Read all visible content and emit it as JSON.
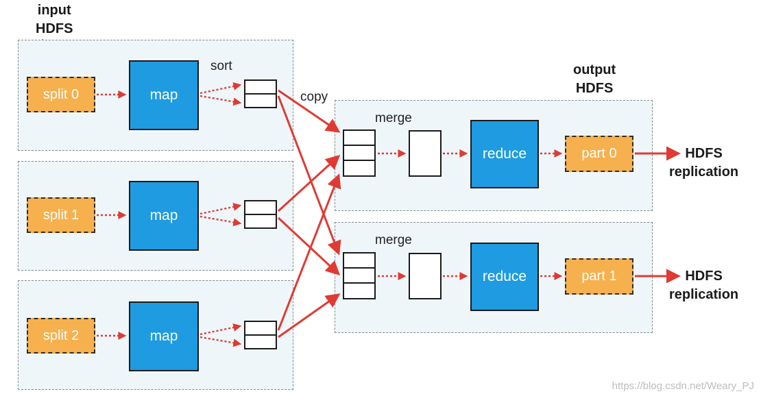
{
  "labels": {
    "input_line1": "input",
    "input_line2": "HDFS",
    "output_line1": "output",
    "output_line2": "HDFS",
    "sort": "sort",
    "copy": "copy",
    "merge": "merge",
    "hdfs": "HDFS",
    "replication": "replication"
  },
  "splits": [
    "split 0",
    "split 1",
    "split 2"
  ],
  "maps": [
    "map",
    "map",
    "map"
  ],
  "reduces": [
    "reduce",
    "reduce"
  ],
  "parts": [
    "part 0",
    "part 1"
  ],
  "watermark": "https://blog.csdn.net/Weary_PJ",
  "colors": {
    "panel_bg": "#eef6fa",
    "split_fill": "#f6b04e",
    "task_fill": "#1e9be1",
    "arrow": "#e03a33"
  }
}
